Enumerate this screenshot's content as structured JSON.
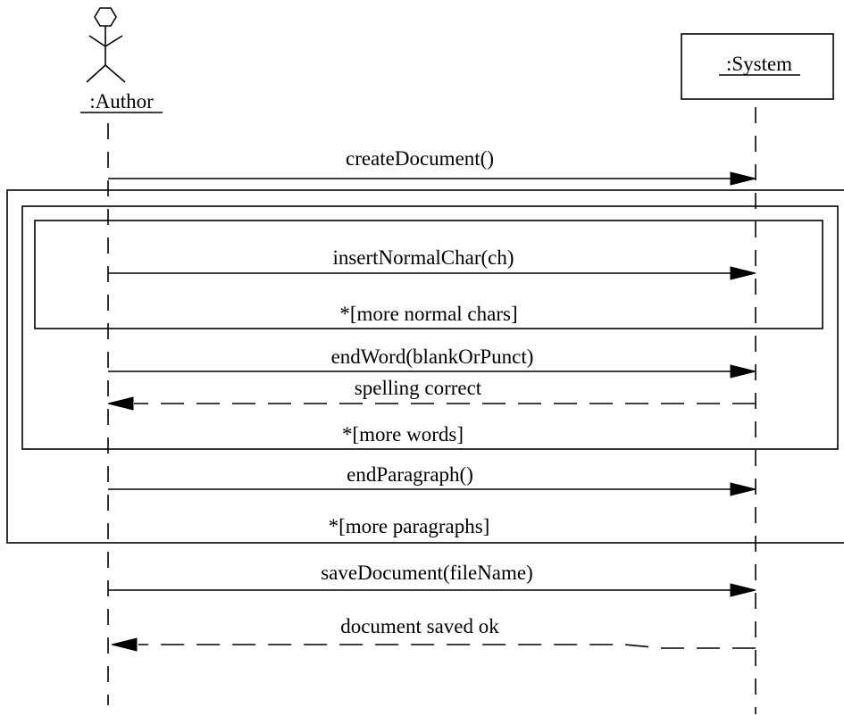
{
  "participants": {
    "author": ":Author",
    "system": ":System"
  },
  "messages": {
    "create_document": "createDocument()",
    "insert_normal_char": "insertNormalChar(ch)",
    "end_word": "endWord(blankOrPunct)",
    "spelling_correct": "spelling correct",
    "end_paragraph": "endParagraph()",
    "save_document": "saveDocument(fileName)",
    "document_saved_ok": "document saved ok"
  },
  "loops": {
    "more_normal_chars": "*[more normal chars]",
    "more_words": "*[more words]",
    "more_paragraphs": "*[more paragraphs]"
  }
}
